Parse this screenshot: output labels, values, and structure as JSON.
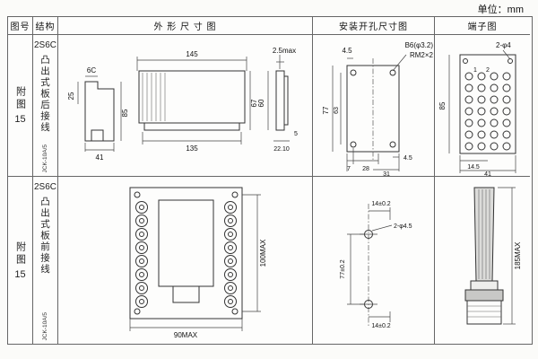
{
  "unit_label": "单位：mm",
  "headers": {
    "fig": "图号",
    "structure": "结构",
    "outline": "外 形 尺 寸 图",
    "mounting": "安装开孔尺寸图",
    "terminal": "端子图"
  },
  "rows": [
    {
      "fig_text": "附图",
      "fig_num": "15",
      "model": "2S6C",
      "structure_text": "凸出式板后接线",
      "submodel": "JCK-10A/5",
      "outline": {
        "w_top_small": "6C",
        "h_left_small": "25",
        "w_bottom_small": "41",
        "h_right_small": "85",
        "w_top": "145",
        "w_bottom": "135",
        "h_right": "67",
        "t_max": "2.5max",
        "h_side": "60",
        "d_bottom": "22.10",
        "d_flange": "5"
      },
      "mounting": {
        "offset_top": "4.5",
        "hole_note": "B6(φ3.2)",
        "thread_note": "RM2×2",
        "h_outer": "77",
        "h_inner": "63",
        "d_bl": "7",
        "d_bc": "28",
        "d_br": "4.5",
        "w_bottom": "31"
      },
      "terminal": {
        "hole_note": "2-φ4",
        "pin1": "1",
        "pin2": "2",
        "h_left": "85",
        "w_half": "14.5",
        "w_bottom": "41"
      }
    },
    {
      "fig_text": "附图",
      "fig_num": "15",
      "model": "2S6C",
      "structure_text": "凸出式板前接线",
      "submodel": "JCK-10A/5",
      "outline": {
        "w_bottom": "90MAX",
        "h_right": "100MAX"
      },
      "mounting": {
        "d_top": "14±0.2",
        "hole_note": "2-φ4.5",
        "h_left": "77±0.2",
        "d_bottom": "14±0.2"
      },
      "terminal": {
        "h_right": "185MAX"
      }
    }
  ]
}
